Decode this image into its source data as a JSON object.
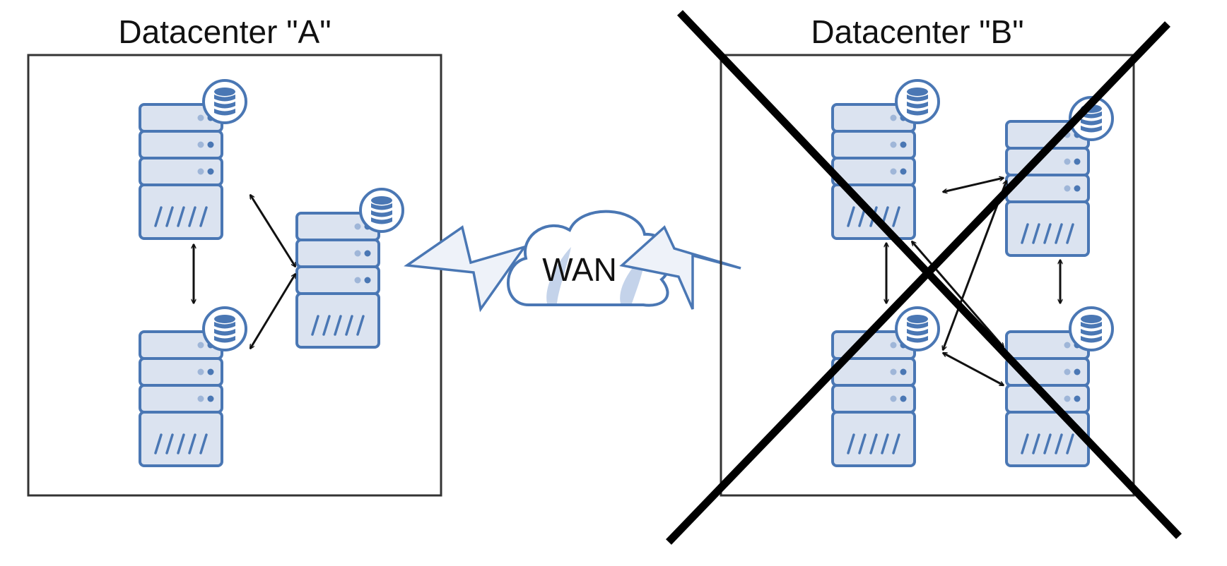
{
  "datacenters": [
    {
      "title": "Datacenter \"A\"",
      "status": "active"
    },
    {
      "title": "Datacenter \"B\"",
      "status": "failed"
    }
  ],
  "network": {
    "label": "WAN"
  },
  "colors": {
    "server_fill": "#dbe3f0",
    "server_stroke": "#4a77b4",
    "box_stroke": "#333333",
    "cross": "#000000"
  },
  "icons": [
    "server-icon",
    "database-icon",
    "cloud-icon",
    "lightning-icon",
    "cross-out-mark"
  ]
}
